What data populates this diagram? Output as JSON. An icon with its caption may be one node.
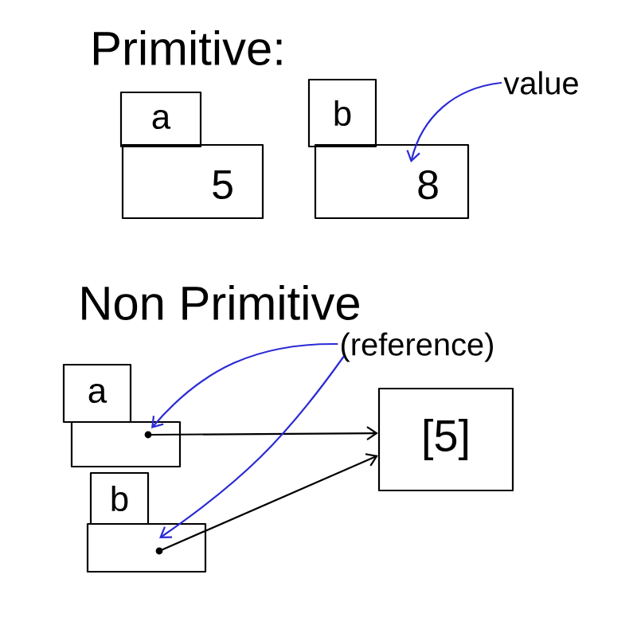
{
  "diagram": {
    "nodes": [
      {
        "text": [
          "a"
        ]
      },
      {
        "text": [
          "5"
        ]
      },
      {
        "text": [
          "b"
        ]
      },
      {
        "text": [
          "8"
        ]
      },
      {
        "text": [
          "value"
        ]
      },
      {
        "text": [
          "a"
        ]
      },
      {
        "text": [],
        "shape": "box"
      },
      {
        "text": [
          "b"
        ]
      },
      {
        "text": [],
        "shape": "box"
      },
      {
        "text": [
          "[5]"
        ]
      },
      {
        "text": [
          "(reference)"
        ]
      }
    ],
    "edges": [
      {
        "from": 4,
        "to": 3,
        "arrow": "to",
        "color": "#2b2bd6"
      },
      {
        "from": 6,
        "to": 9,
        "arrow": "to",
        "color": "#000000"
      },
      {
        "from": 8,
        "to": 9,
        "arrow": "to",
        "color": "#000000"
      },
      {
        "from": 10,
        "to": 6,
        "arrow": "to",
        "color": "#2b2bd6"
      },
      {
        "from": 10,
        "to": 8,
        "arrow": "to",
        "color": "#2b2bd6"
      }
    ],
    "labels": [
      "Primitive:",
      "Non Primitive"
    ]
  }
}
